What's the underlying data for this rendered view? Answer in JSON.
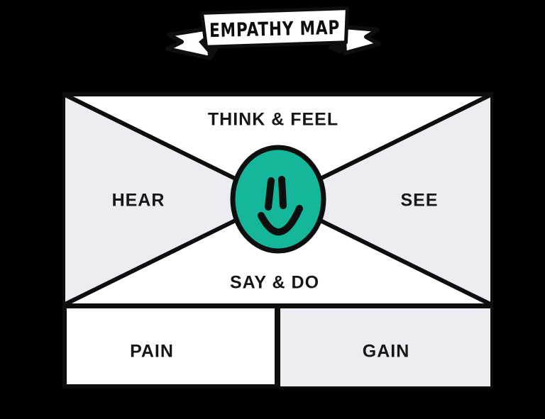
{
  "banner": {
    "title": "EMPATHY MAP"
  },
  "map": {
    "quadrants": [
      {
        "id": "think-feel",
        "label": "THINK & FEEL"
      },
      {
        "id": "hear",
        "label": "HEAR"
      },
      {
        "id": "see",
        "label": "SEE"
      },
      {
        "id": "say-do",
        "label": "SAY & DO"
      }
    ],
    "bottom_sections": [
      {
        "id": "pain",
        "label": "PAIN"
      },
      {
        "id": "gain",
        "label": "GAIN"
      }
    ],
    "center_icon": "smiley-face-icon"
  },
  "colors": {
    "background": "#000000",
    "card_white": "#FFFFFF",
    "side_panel_gray": "#EDECF2",
    "smiley_teal": "#14B79A",
    "ink_black": "#0E0E0E"
  }
}
